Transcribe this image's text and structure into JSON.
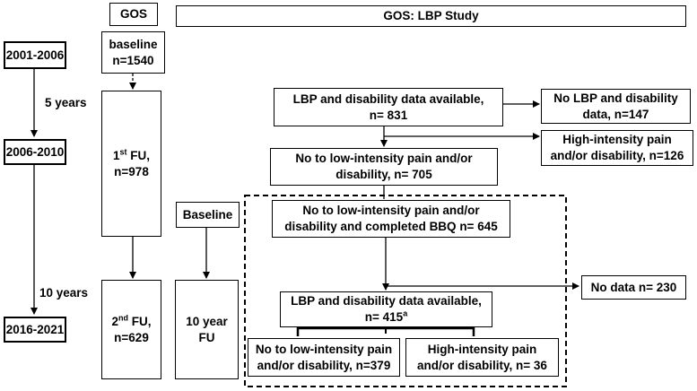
{
  "header": {
    "gos_label": "GOS",
    "study_title": "GOS: LBP Study"
  },
  "timeline": {
    "period1": "2001-2006",
    "period2": "2006-2010",
    "period3": "2016-2021",
    "interval1": "5 years",
    "interval2": "10 years"
  },
  "gos_column": {
    "baseline_line1": "baseline",
    "baseline_line2": "n=1540",
    "fu1_prefix": "1",
    "fu1_sup": "st",
    "fu1_suffix": " FU,",
    "fu1_n": "n=978",
    "fu2_prefix": "2",
    "fu2_sup": "nd",
    "fu2_suffix": " FU,",
    "fu2_n": "n=629"
  },
  "lbp_column": {
    "baseline_label": "Baseline",
    "followup_line1": "10 year",
    "followup_line2": "FU"
  },
  "flow": {
    "available_line1": "LBP and disability data available,",
    "available_line2": "n= 831",
    "no_data1_line1": "No LBP and disability",
    "no_data1_line2": "data, n=147",
    "high1_line1": "High-intensity pain",
    "high1_line2": "and/or disability, n=126",
    "low1_line1": "No to low-intensity pain and/or",
    "low1_line2": "disability, n= 705",
    "bbq_line1": "No to low-intensity pain and/or",
    "bbq_line2": "disability and completed BBQ n= 645",
    "no_data2": "No data n= 230",
    "available2_line1": "LBP and disability data available,",
    "available2_line2": "n= 415",
    "available2_sup": "a",
    "low2_line1": "No to low-intensity pain",
    "low2_line2": "and/or disability, n=379",
    "high2_line1": "High-intensity pain",
    "high2_line2": "and/or disability, n= 36"
  }
}
